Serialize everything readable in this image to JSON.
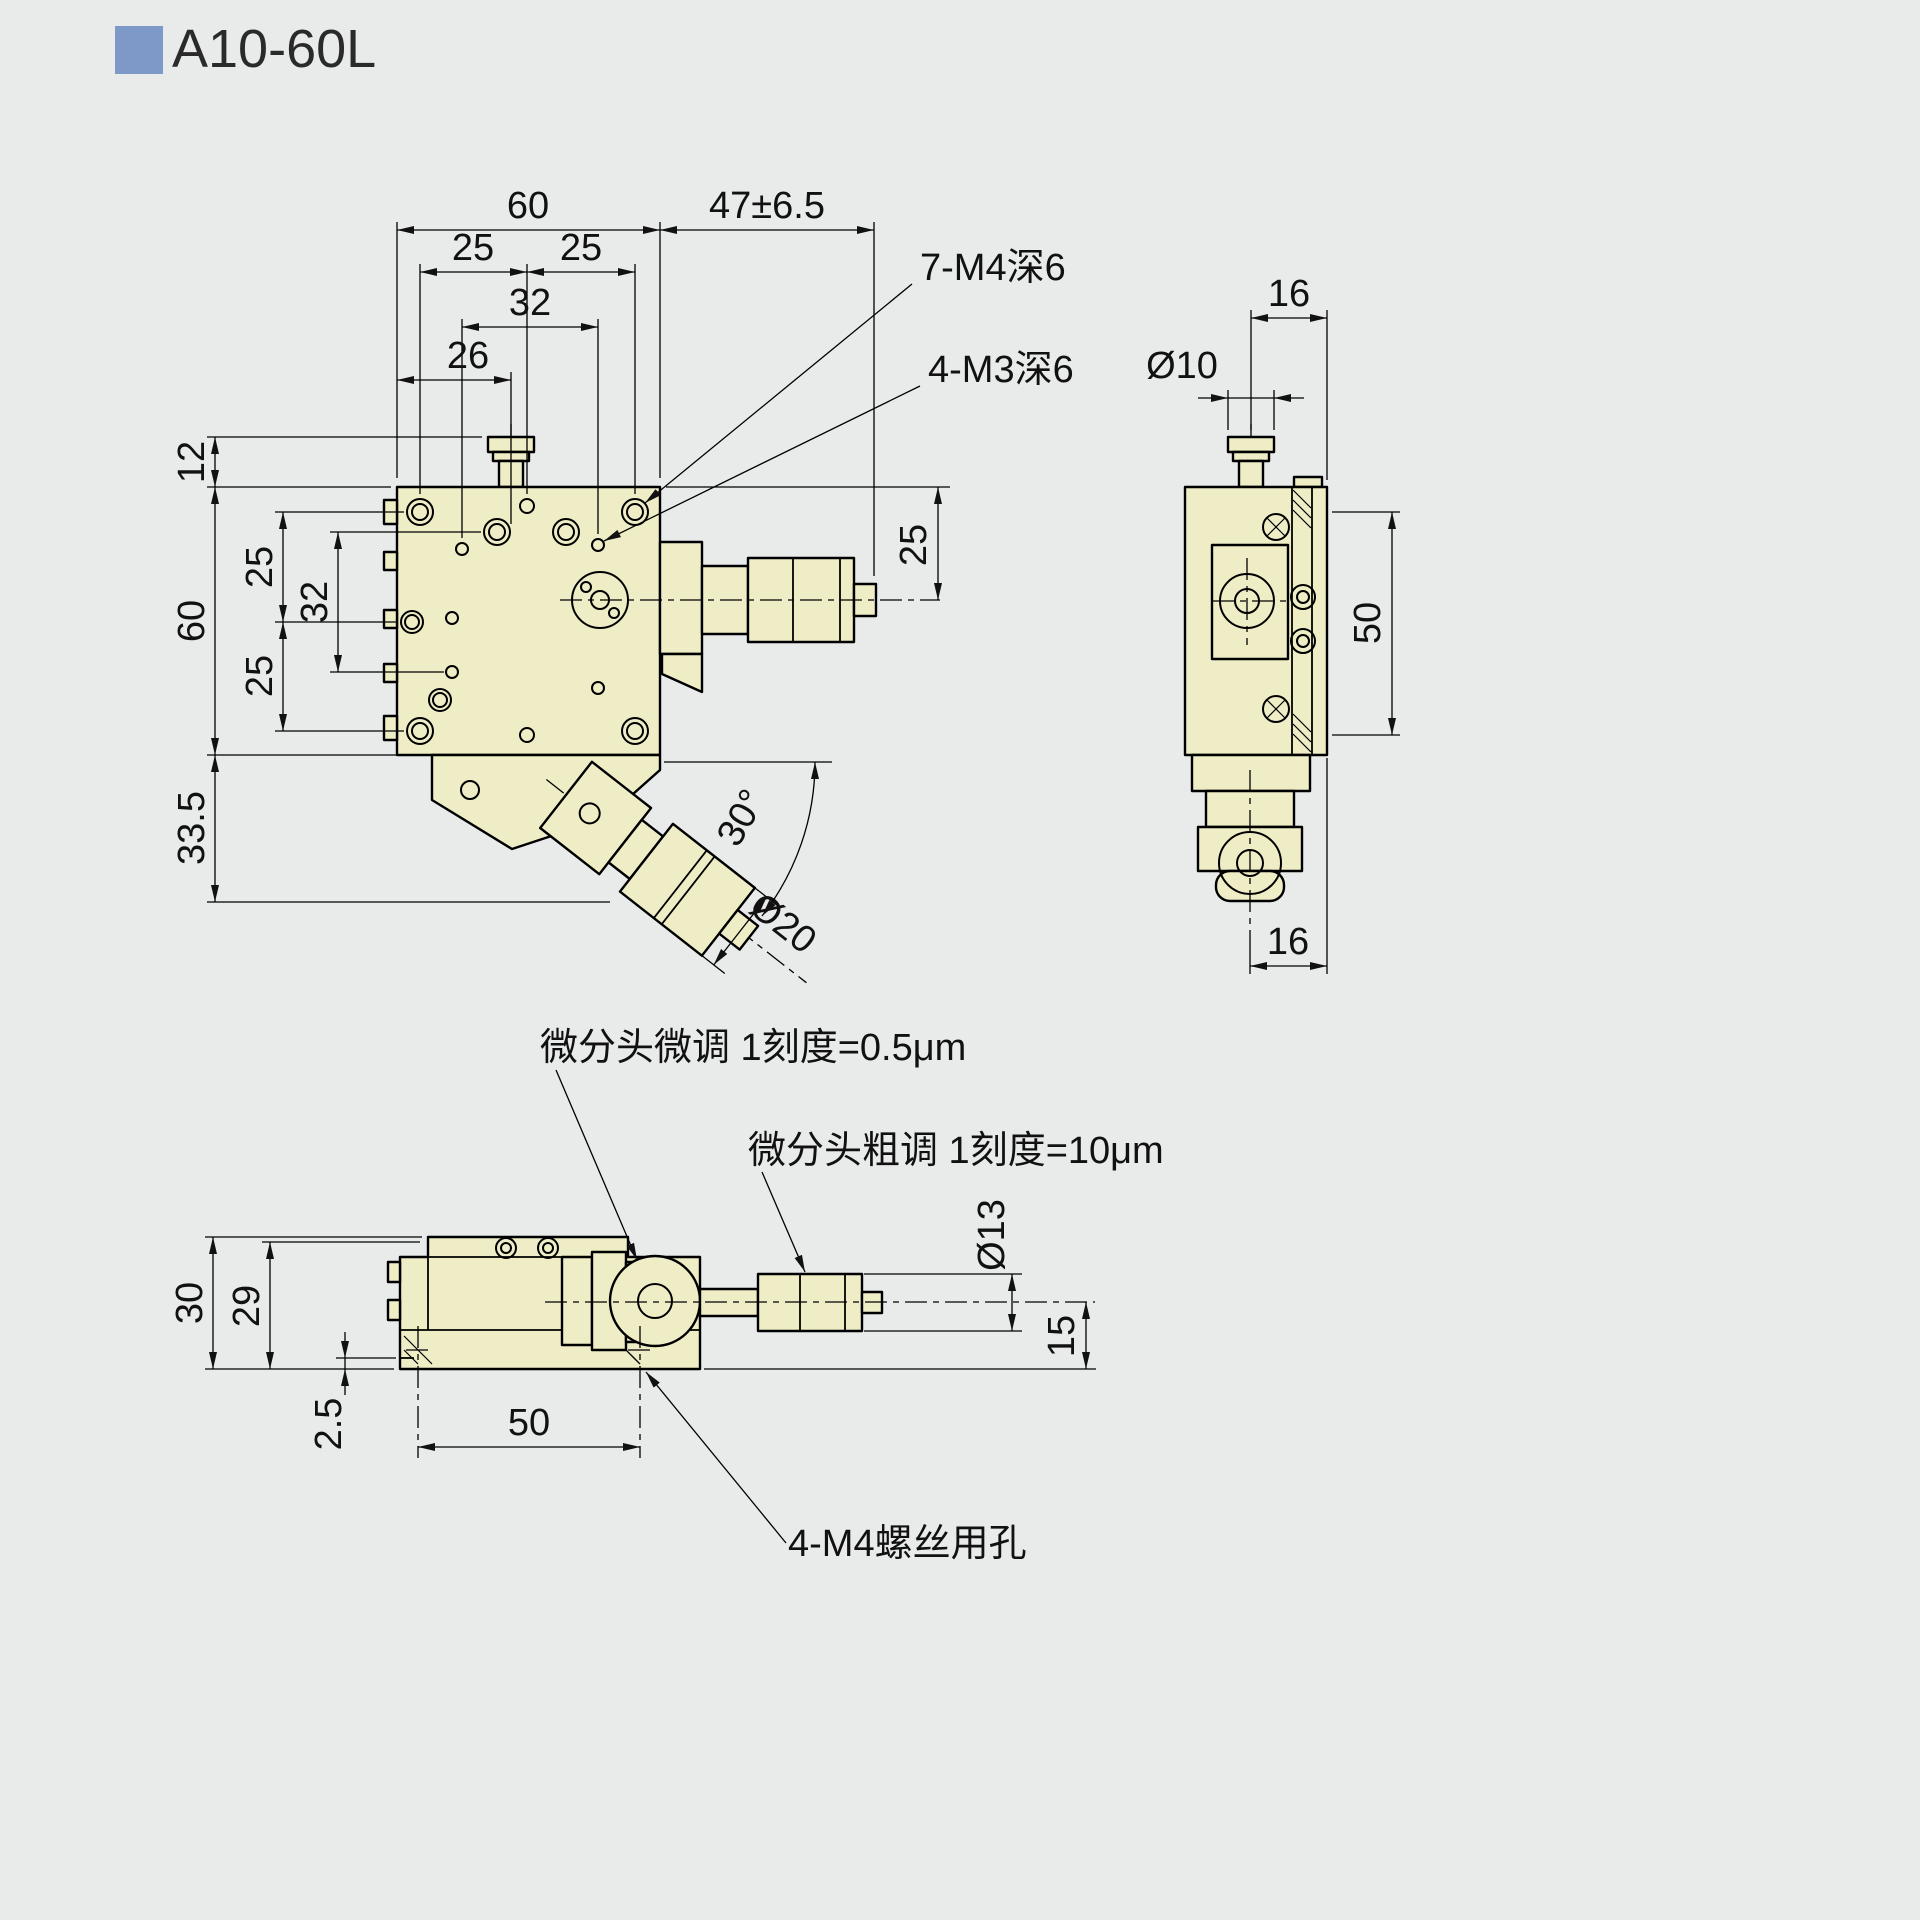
{
  "title": "A10-60L",
  "colors": {
    "accent_square": "#7e98c8",
    "part_fill": "#efedc5",
    "line": "#111111",
    "background": "#e9eaea"
  },
  "front_view": {
    "dims": {
      "body_width": "60",
      "travel": "47±6.5",
      "hole_pitch_left": "25",
      "hole_pitch_right": "25",
      "hole_pitch_32": "32",
      "hole_offset_26": "26",
      "knob_height": "12",
      "left_pitch_top": "25",
      "left_pitch_32": "32",
      "left_pitch_bottom": "25",
      "body_height": "60",
      "lower_block_height": "33.5",
      "center_height": "25",
      "angle": "30°",
      "thimble_dia": "Ø20"
    },
    "labels": {
      "m4": "7-M4深6",
      "m3": "4-M3深6"
    }
  },
  "side_view": {
    "dims": {
      "top_offset": "16",
      "knob_dia": "Ø10",
      "screw_pitch": "50",
      "bottom_offset": "16"
    }
  },
  "bottom_view": {
    "dims": {
      "total_height": "30",
      "body_height": "29",
      "base_lip": "2.5",
      "hole_pitch": "50",
      "barrel_dia": "Ø13",
      "center_height": "15"
    },
    "labels": {
      "fine": "微分头微调 1刻度=0.5μm",
      "coarse": "微分头粗调 1刻度=10μm",
      "mount_holes": "4-M4螺丝用孔"
    }
  }
}
